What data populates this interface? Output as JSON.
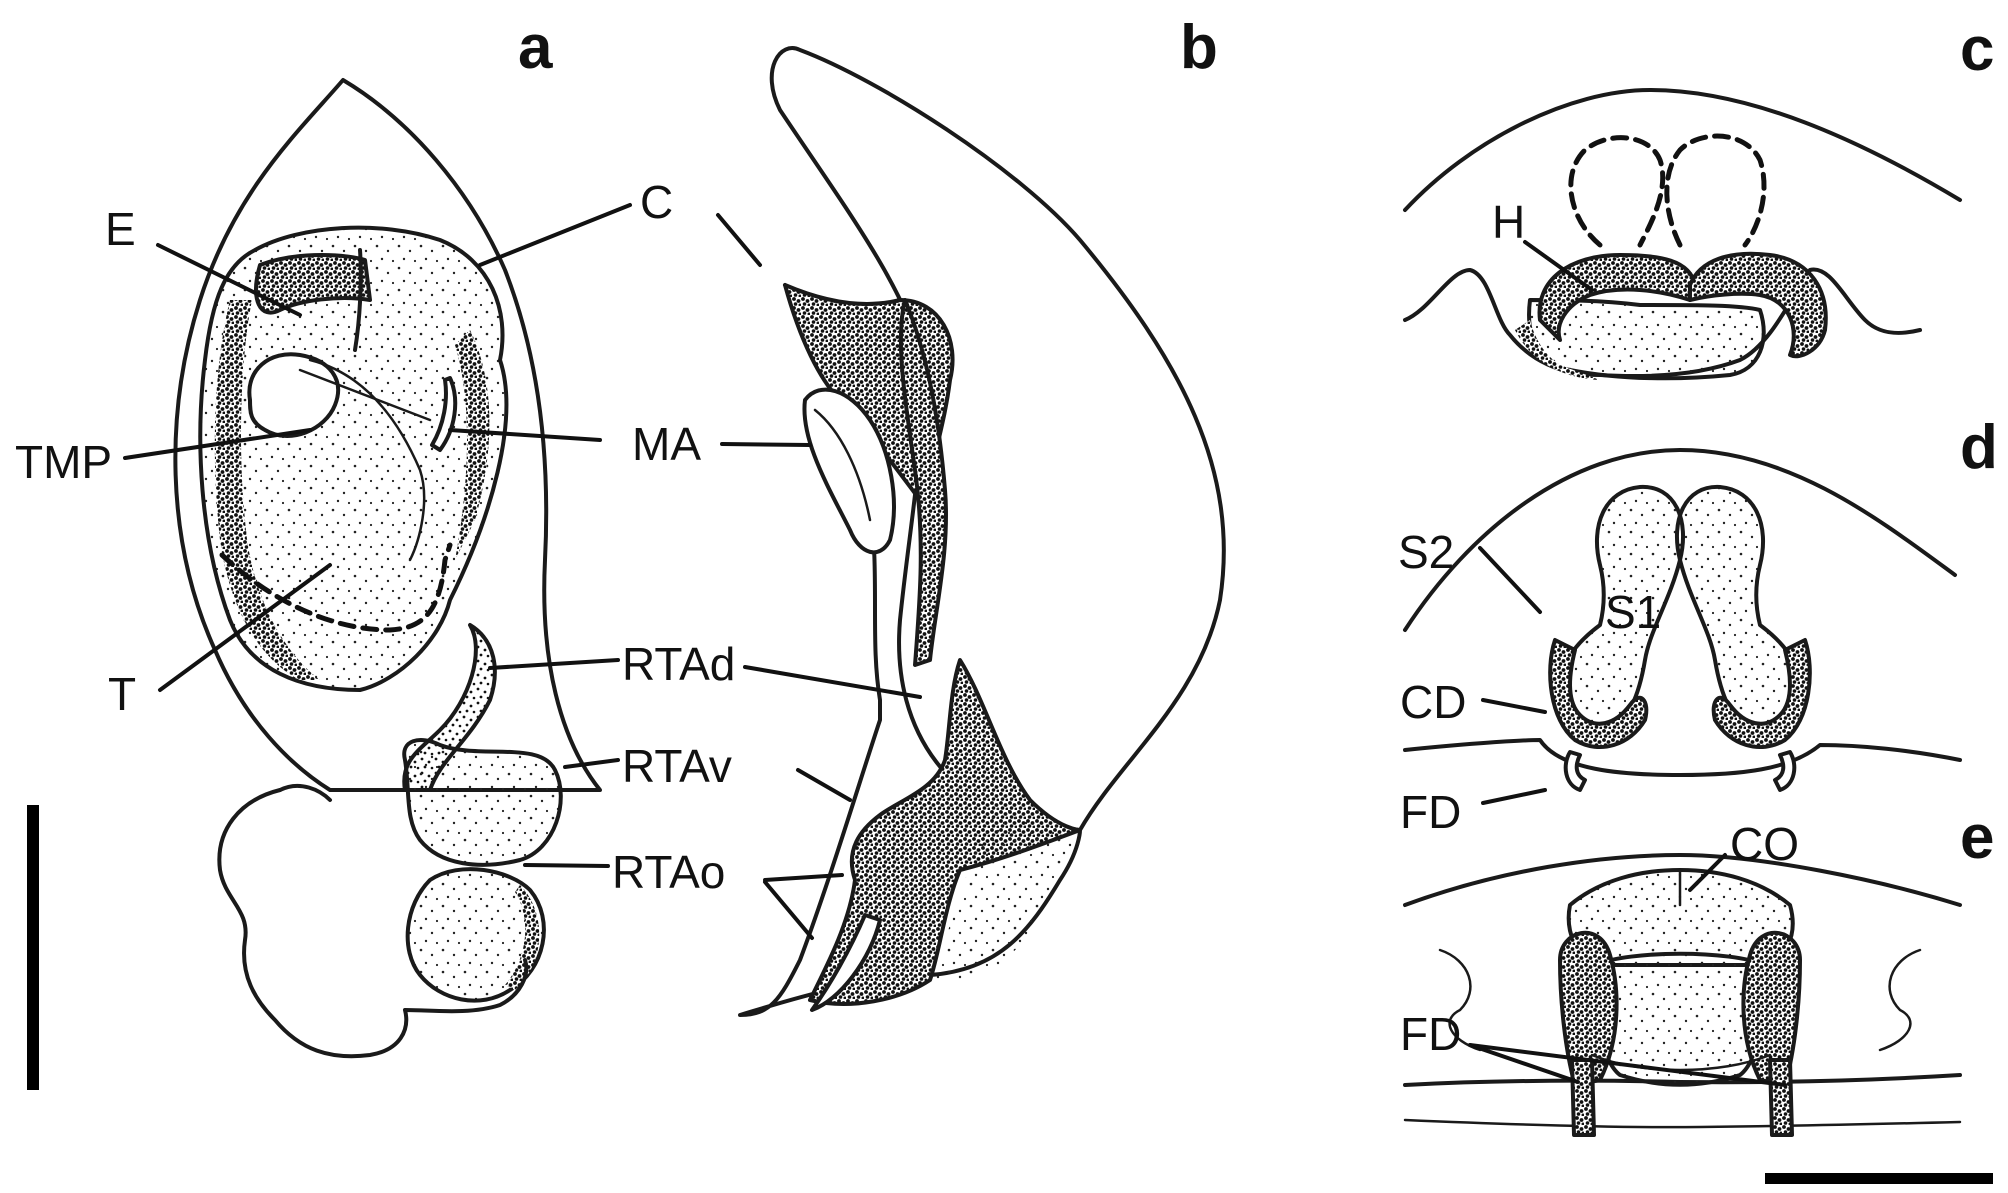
{
  "panels": {
    "a": "a",
    "b": "b",
    "c": "c",
    "d": "d",
    "e": "e"
  },
  "labels": {
    "a": {
      "E": "E",
      "C": "C",
      "TMP": "TMP",
      "MA": "MA",
      "T": "T",
      "RTAd": "RTAd",
      "RTAv": "RTAv",
      "RTAo": "RTAo"
    },
    "c": {
      "H": "H"
    },
    "d": {
      "S2": "S2",
      "S1": "S1",
      "CD": "CD",
      "FD": "FD"
    },
    "e": {
      "CO": "CO",
      "FD": "FD"
    }
  },
  "colors": {
    "ink": "#1a1a1a",
    "background": "#ffffff"
  }
}
